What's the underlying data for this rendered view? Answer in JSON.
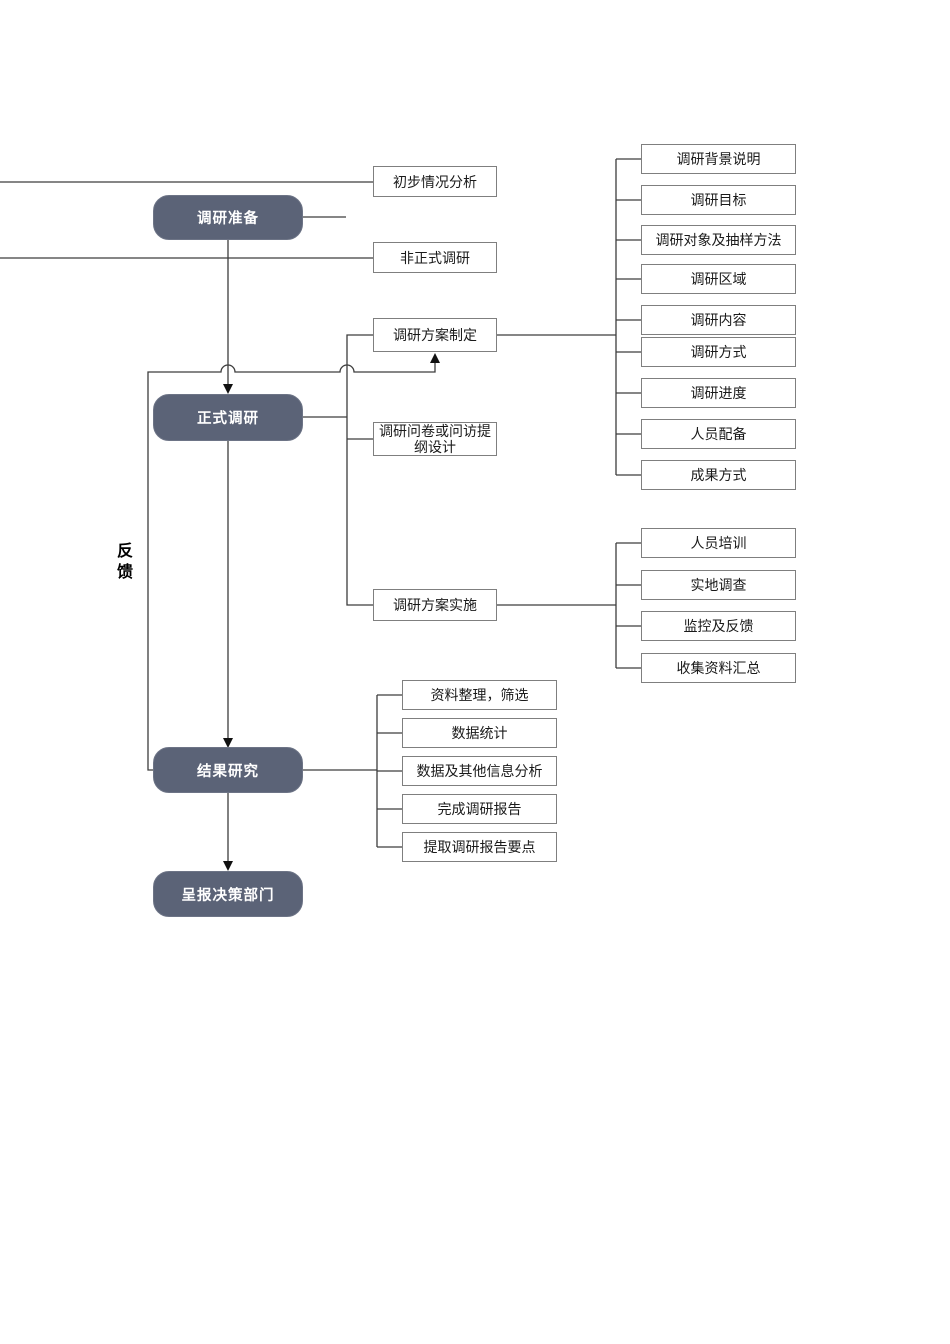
{
  "colors": {
    "pill_fill": "#5b6377",
    "pill_border": "#6d7486",
    "node_border": "#7f7f7f",
    "line_color": "#3d3d3d",
    "arrow_color": "#111111"
  },
  "flow": {
    "feedback_label": "反馈",
    "stages": [
      "调研准备",
      "正式调研",
      "结果研究",
      "呈报决策部门"
    ],
    "prepare_outputs": [
      "初步情况分析",
      "非正式调研"
    ],
    "formal_steps": [
      "调研方案制定",
      "调研问卷或问访提纲设计",
      "调研方案实施"
    ],
    "plan_items": [
      "调研背景说明",
      "调研目标",
      "调研对象及抽样方法",
      "调研区域",
      "调研内容",
      "调研方式",
      "调研进度",
      "人员配备",
      "成果方式"
    ],
    "implement_items": [
      "人员培训",
      "实地调查",
      "监控及反馈",
      "收集资料汇总"
    ],
    "result_steps": [
      "资料整理，筛选",
      "数据统计",
      "数据及其他信息分析",
      "完成调研报告",
      "提取调研报告要点"
    ]
  }
}
